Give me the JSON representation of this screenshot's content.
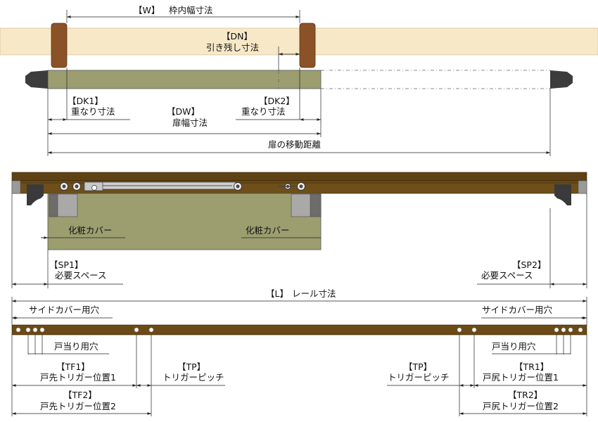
{
  "labels": {
    "w_code": "【W】",
    "w_text": "枠内幅寸法",
    "dn_code": "【DN】",
    "dn_text": "引き残し寸法",
    "dk1_code": "【DK1】",
    "dk1_text": "重なり寸法",
    "dk2_code": "【DK2】",
    "dk2_text": "重なり寸法",
    "dw_code": "【DW】",
    "dw_text": "扉幅寸法",
    "travel_text": "扉の移動距離",
    "cover_left": "化粧カバー",
    "cover_right": "化粧カバー",
    "sp1_code": "【SP1】",
    "sp1_text": "必要スペース",
    "sp2_code": "【SP2】",
    "sp2_text": "必要スペース",
    "l_code": "【L】",
    "l_text": "レール寸法",
    "side_hole_left": "サイドカバー用穴",
    "side_hole_right": "サイドカバー用穴",
    "stop_hole_left": "戸当り用穴",
    "stop_hole_right": "戸当り用穴",
    "tf1_code": "【TF1】",
    "tf1_text": "戸先トリガー位置1",
    "tp_left_code": "【TP】",
    "tp_left_text": "トリガーピッチ",
    "tp_right_code": "【TP】",
    "tp_right_text": "トリガーピッチ",
    "tr1_code": "【TR1】",
    "tr1_text": "戸尻トリガー位置1",
    "tf2_code": "【TF2】",
    "tf2_text": "戸先トリガー位置2",
    "tr2_code": "【TR2】",
    "tr2_text": "戸尻トリガー位置2"
  },
  "colors": {
    "wall": "#f7e8c7",
    "jamb": "#8a5226",
    "door": "#9c9e70",
    "rail": "#5e4213",
    "cover": "#aaa9a7",
    "stopper": "#3c3c3c"
  }
}
